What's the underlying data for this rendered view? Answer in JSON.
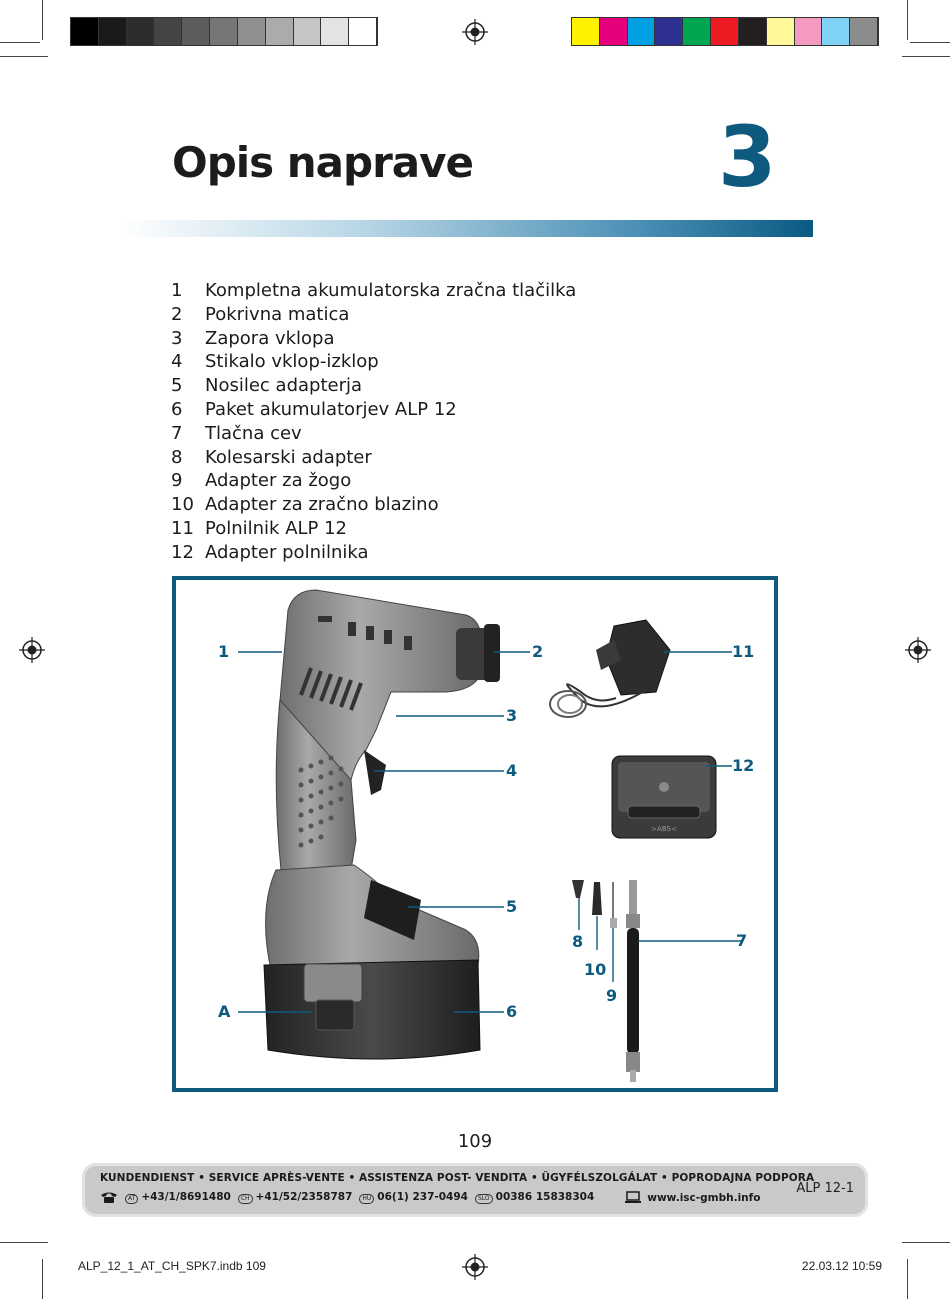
{
  "page": {
    "title": "Opis naprave",
    "chapter_number": "3",
    "page_number": "109"
  },
  "parts_list": [
    {
      "num": "1",
      "label": "Kompletna akumulatorska zračna tlačilka"
    },
    {
      "num": "2",
      "label": "Pokrivna matica"
    },
    {
      "num": "3",
      "label": "Zapora vklopa"
    },
    {
      "num": "4",
      "label": "Stikalo vklop-izklop"
    },
    {
      "num": "5",
      "label": "Nosilec adapterja"
    },
    {
      "num": "6",
      "label": "Paket akumulatorjev ALP 12"
    },
    {
      "num": "7",
      "label": "Tlačna cev"
    },
    {
      "num": "8",
      "label": "Kolesarski adapter"
    },
    {
      "num": "9",
      "label": "Adapter za žogo"
    },
    {
      "num": "10",
      "label": "Adapter za zračno blazino"
    },
    {
      "num": "11",
      "label": "Polnilnik ALP 12"
    },
    {
      "num": "12",
      "label": "Adapter polnilnika"
    }
  ],
  "figure": {
    "callouts": {
      "c1": "1",
      "c2": "2",
      "c3": "3",
      "c4": "4",
      "c5": "5",
      "c6": "6",
      "c7": "7",
      "c8": "8",
      "c9": "9",
      "c10": "10",
      "c11": "11",
      "c12": "12",
      "cA": "A"
    },
    "adapter_marking": ">ABS<"
  },
  "footer": {
    "heading": "KUNDENDIENST • SERVICE APRÈS-VENTE • ASSISTENZA POST- VENDITA • ÜGYFÉLSZOLGÁLAT • POPRODAJNA PODPORA",
    "contacts": [
      {
        "country": "AT",
        "phone": "+43/1/8691480"
      },
      {
        "country": "CH",
        "phone": "+41/52/2358787"
      },
      {
        "country": "HU",
        "phone": "06(1) 237-0494"
      },
      {
        "country": "SLO",
        "phone": "00386 15838304"
      }
    ],
    "website": "www.isc-gmbh.info",
    "model": "ALP 12-1",
    "icons": {
      "phone": "phone-icon",
      "web": "laptop-icon"
    }
  },
  "print_slug": {
    "file": "ALP_12_1_AT_CH_SPK7.indb   109",
    "date": "22.03.12   10:59"
  },
  "colors": {
    "accent": "#0e5a7e",
    "grayscale_bar": [
      "#000000",
      "#1a1a1a",
      "#2d2d2d",
      "#444444",
      "#5c5c5c",
      "#767676",
      "#8f8f8f",
      "#ababab",
      "#c6c6c6",
      "#e3e3e3",
      "#ffffff"
    ],
    "color_bar": [
      "#fff200",
      "#e6007e",
      "#00a0e3",
      "#2e3192",
      "#00a651",
      "#ed1c24",
      "#231f20",
      "#fff799",
      "#f49ac1",
      "#7fd3f7",
      "#8c8c8c"
    ]
  }
}
